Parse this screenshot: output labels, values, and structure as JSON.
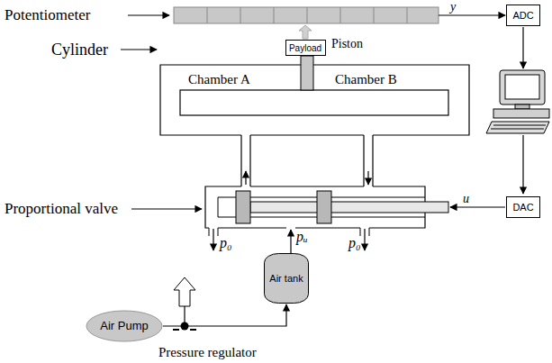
{
  "diagram": {
    "nodes": [
      {
        "text": [
          "Payload"
        ]
      },
      {
        "text": [
          "ADC"
        ]
      },
      {
        "text": [
          "DAC"
        ]
      },
      {
        "text": [
          "Air tank"
        ]
      },
      {
        "text": [
          "Air Pump"
        ]
      }
    ],
    "edges": [
      {
        "from": 4,
        "to": 3,
        "arrow": "to"
      }
    ],
    "labels": [
      "Potentiometer",
      "y",
      "Cylinder",
      "Piston",
      "Chamber A",
      "Chamber B",
      "Proportional valve",
      "p₀",
      "pᵤ",
      "p₀",
      "Pressure regulator",
      "u"
    ]
  }
}
